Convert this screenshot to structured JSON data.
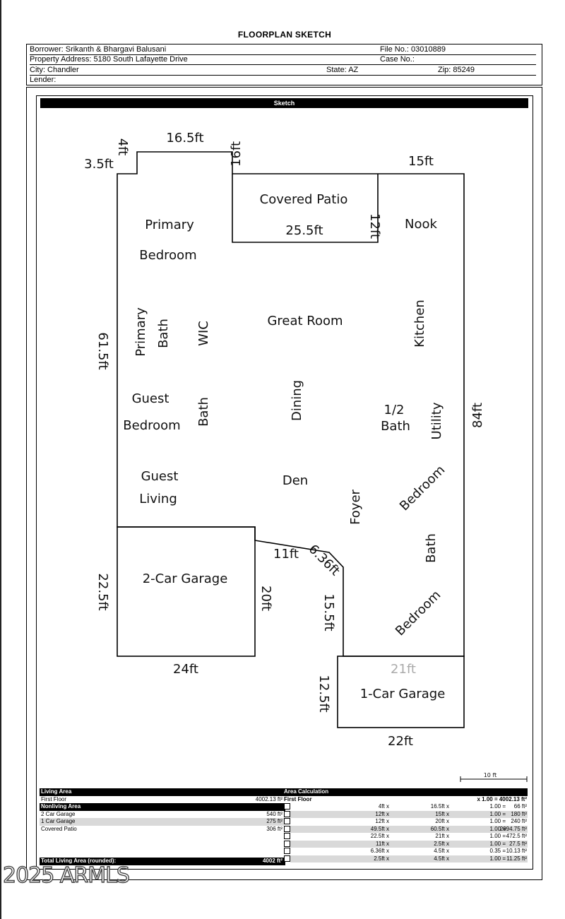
{
  "title": "FLOORPLAN SKETCH",
  "header": {
    "borrower": "Borrower: Srikanth & Bhargavi Balusani",
    "file_no": "File No.:   03010889",
    "property": "Property Address: 5180 South Lafayette Drive",
    "case_no": "Case No.:",
    "city": "City: Chandler",
    "state": "State: AZ",
    "zip": "Zip: 85249",
    "lender": "Lender:"
  },
  "sketch_label": "Sketch",
  "rooms": {
    "covered_patio": "Covered Patio",
    "nook": "Nook",
    "primary": "Primary",
    "bedroom_p": "Bedroom",
    "great_room": "Great Room",
    "primary_v": "Primary",
    "bath_v1": "Bath",
    "wic": "WIC",
    "kitchen": "Kitchen",
    "guest1": "Guest",
    "bedroom_g": "Bedroom",
    "bath_v2": "Bath",
    "dining": "Dining",
    "half": "1/2",
    "bath_h": "Bath",
    "utility": "Utility",
    "guest2": "Guest",
    "living": "Living",
    "den": "Den",
    "foyer": "Foyer",
    "bedroom_r1": "Bedroom",
    "bath_v3": "Bath",
    "bedroom_r2": "Bedroom",
    "garage2": "2-Car Garage",
    "garage1": "1-Car Garage"
  },
  "dims": {
    "d16_5": "16.5ft",
    "d4": "4ft",
    "d3_5": "3.5ft",
    "d16": "16ft",
    "d15": "15ft",
    "d25_5": "25.5ft",
    "d12": "12ft",
    "d61_5": "61.5ft",
    "d84": "84ft",
    "d11": "11ft",
    "d6_36": "6.36ft",
    "d15_5": "15.5ft",
    "d20": "20ft",
    "d22_5": "22.5ft",
    "d24": "24ft",
    "d21": "21ft",
    "d12_5": "12.5ft",
    "d22": "22ft"
  },
  "scale_label": "10 ft",
  "table": {
    "living_area": "Living Area",
    "first_floor": "First Floor",
    "first_floor_val": "4002.13 ft²",
    "nonliving": "Nonliving Area",
    "g2": "2 Car Garage",
    "g2_val": "540 ft²",
    "g1": "1 Car Garage",
    "g1_val": "275 ft²",
    "patio": "Covered Patio",
    "patio_val": "306 ft²",
    "total": "Total Living Area (rounded):",
    "total_val": "4002 ft²",
    "area_calc": "Area Calculation",
    "calc_first_floor": "First Floor",
    "calc_first_floor_total": "x 1.00 = 4002.13 ft²",
    "rows": [
      {
        "a": "4ft x",
        "b": "16.5ft x",
        "c": "1.00 =",
        "d": "66 ft²"
      },
      {
        "a": "12ft x",
        "b": "15ft x",
        "c": "1.00 =",
        "d": "180 ft²"
      },
      {
        "a": "12ft x",
        "b": "20ft x",
        "c": "1.00 =",
        "d": "240 ft²"
      },
      {
        "a": "49.5ft x",
        "b": "60.5ft x",
        "c": "1.00 =",
        "d": "2994.75 ft²"
      },
      {
        "a": "22.5ft x",
        "b": "21ft x",
        "c": "1.00 =",
        "d": "472.5 ft²"
      },
      {
        "a": "11ft x",
        "b": "2.5ft x",
        "c": "1.00 =",
        "d": "27.5 ft²"
      },
      {
        "a": "6.36ft x",
        "b": "4.5ft x",
        "c": "0.35 =",
        "d": "10.13 ft²"
      },
      {
        "a": "2.5ft x",
        "b": "4.5ft x",
        "c": "1.00 =",
        "d": "11.25 ft²"
      }
    ]
  },
  "watermark": "2025 ARMLS"
}
